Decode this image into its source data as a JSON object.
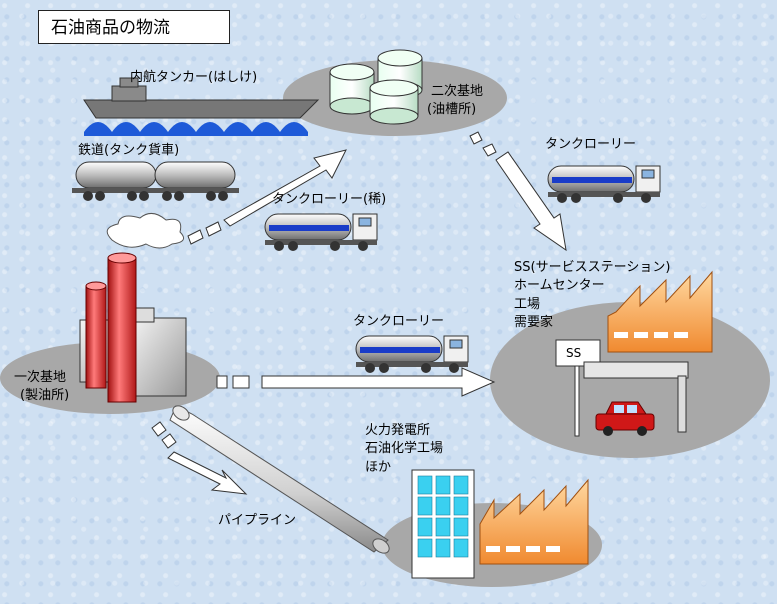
{
  "title": "石油商品の物流",
  "labels": {
    "coastal_tanker": "内航タンカー(はしけ)",
    "secondary_base_line1": "二次基地",
    "secondary_base_line2": "(油槽所)",
    "railway": "鉄道(タンク貨車)",
    "tank_lorry_top_right": "タンクローリー",
    "tank_lorry_rare": "タンクローリー(稀)",
    "destinations_line1": "SS(サービスステーション)",
    "destinations_line2": "ホームセンター",
    "destinations_line3": "工場",
    "destinations_line4": "需要家",
    "tank_lorry_middle": "タンクローリー",
    "primary_base_line1": "一次基地",
    "primary_base_line2": "(製油所)",
    "power_line1": "火力発電所",
    "power_line2": "石油化学工場",
    "power_line3": "ほか",
    "pipeline": "パイプライン",
    "ss_sign": "SS"
  },
  "colors": {
    "background": "#cfe0f2",
    "ellipse": "#a8a8a8",
    "chimney_red": "#e83a3a",
    "lorry_stripe": "#1a3cc8",
    "factory_orange": "#f4a04a",
    "car_red": "#d01818",
    "building_cyan": "#3ad0f0"
  }
}
